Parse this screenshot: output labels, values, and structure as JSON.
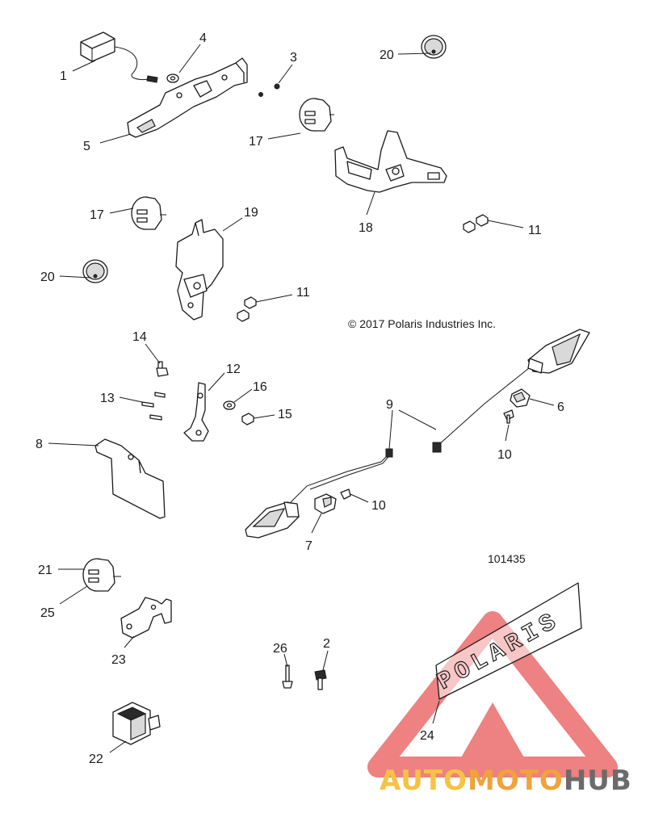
{
  "copyright": "© 2017 Polaris Industries Inc.",
  "diagram_id": "101435",
  "plate_text": "POLARIS",
  "watermark": {
    "part1": "AUTO",
    "part2": "MOTO",
    "part3": "HUB",
    "colors": {
      "auto": "#f5c343",
      "moto": "#f0a23c",
      "hub": "#6b6b6b",
      "triangle": "#e84c4c"
    }
  },
  "callouts": {
    "c1": "1",
    "c2": "2",
    "c3": "3",
    "c4": "4",
    "c5": "5",
    "c6": "6",
    "c7": "7",
    "c8": "8",
    "c9": "9",
    "c10a": "10",
    "c10b": "10",
    "c11a": "11",
    "c11b": "11",
    "c12": "12",
    "c13": "13",
    "c14": "14",
    "c15": "15",
    "c16": "16",
    "c17a": "17",
    "c17b": "17",
    "c18": "18",
    "c19": "19",
    "c20a": "20",
    "c20b": "20",
    "c21": "21",
    "c22": "22",
    "c23": "23",
    "c24": "24",
    "c25": "25",
    "c26": "26"
  }
}
